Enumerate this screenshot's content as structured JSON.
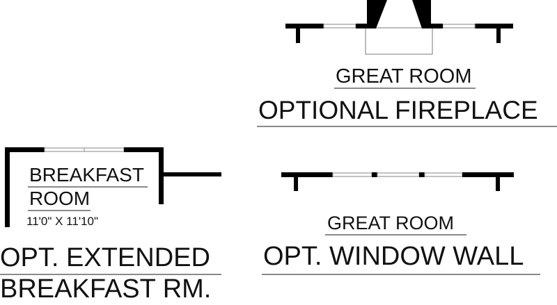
{
  "fireplace_plan": {
    "room_label": "GREAT ROOM",
    "option_title": "OPTIONAL FIREPLACE"
  },
  "breakfast_plan": {
    "room_label_line1": "BREAKFAST",
    "room_label_line2": "ROOM",
    "dimensions": "11'0\" X 11'10\"",
    "option_title_line1": "OPT. EXTENDED",
    "option_title_line2": "BREAKFAST RM."
  },
  "window_wall_plan": {
    "room_label": "GREAT ROOM",
    "option_title": "OPT. WINDOW WALL"
  },
  "colors": {
    "wall": "#000000",
    "window": "#9a9a9a",
    "underline": "#8a8a8a"
  }
}
